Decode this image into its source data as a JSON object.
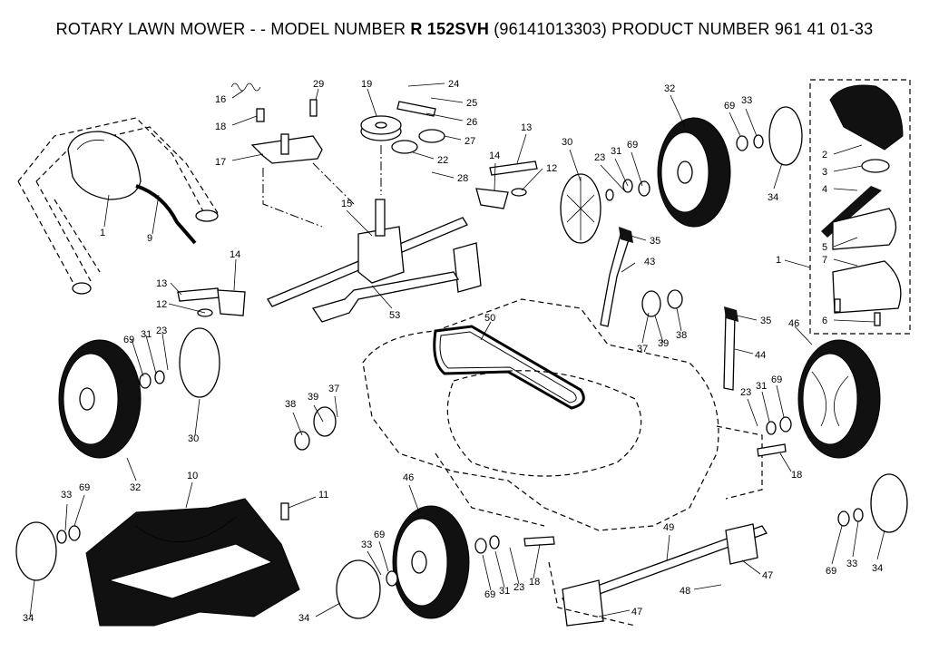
{
  "title": {
    "prefix": "ROTARY LAWN MOWER - - MODEL NUMBER",
    "model": "R 152SVH",
    "suffix": "(96141013303) PRODUCT NUMBER 961 41 01-33"
  },
  "callouts": {
    "c1a": "1",
    "c9": "9",
    "c16": "16",
    "c18a": "18",
    "c17": "17",
    "c29": "29",
    "c19": "19",
    "c24": "24",
    "c25": "25",
    "c26": "26",
    "c27": "27",
    "c22": "22",
    "c28": "28",
    "c13a": "13",
    "c14a": "14",
    "c12a": "12",
    "c15": "15",
    "c30a": "30",
    "c23a": "23",
    "c31a": "31",
    "c69a": "69",
    "c32a": "32",
    "c69b": "69",
    "c33a": "33",
    "c34a": "34",
    "c2": "2",
    "c3": "3",
    "c4": "4",
    "c5": "5",
    "c7": "7",
    "c1b": "1",
    "c6": "6",
    "c35a": "35",
    "c43": "43",
    "c37a": "37",
    "c39a": "39",
    "c38a": "38",
    "c35b": "35",
    "c44": "44",
    "c46a": "46",
    "c23b": "23",
    "c31b": "31",
    "c69c": "69",
    "c18b": "18",
    "c13b": "13",
    "c14b": "14",
    "c12b": "12",
    "c53": "53",
    "c50": "50",
    "c69d": "69",
    "c31c": "31",
    "c23c": "23",
    "c30b": "30",
    "c32b": "32",
    "c38b": "38",
    "c39b": "39",
    "c37b": "37",
    "c10": "10",
    "c11": "11",
    "c33b": "33",
    "c69e": "69",
    "c34b": "34",
    "c46b": "46",
    "c69f": "69",
    "c33c": "33",
    "c34c": "34",
    "c69g": "69",
    "c31d": "31",
    "c23d": "23",
    "c18c": "18",
    "c49": "49",
    "c47a": "47",
    "c48": "48",
    "c47b": "47",
    "c69h": "69",
    "c33d": "33",
    "c34d": "34"
  }
}
